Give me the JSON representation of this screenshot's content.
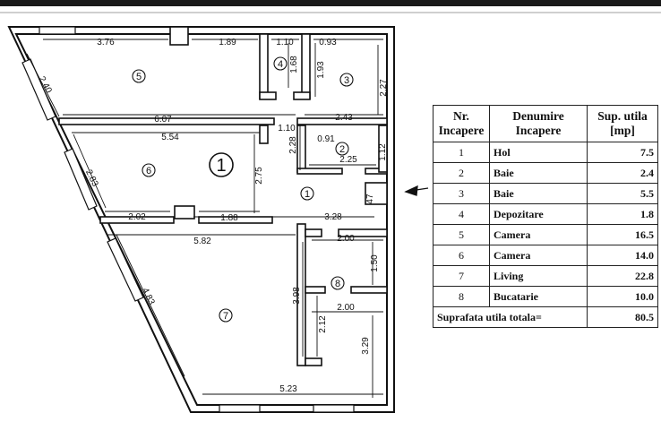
{
  "plan": {
    "marker": "1",
    "room_labels": [
      "1",
      "2",
      "3",
      "4",
      "5",
      "6",
      "7",
      "8"
    ],
    "dimensions": [
      "3.76",
      "1.89",
      "1.10",
      "0.93",
      "1.68",
      "1.93",
      "2.27",
      "2.40",
      "6.07",
      "1.10",
      "2.43",
      "5.54",
      "0.91",
      "2.28",
      "2.75",
      "2.25",
      "1.12",
      "2.83",
      "2.02",
      "1.88",
      "3.28",
      "47",
      "5.82",
      "2.00",
      "1.50",
      "3.98",
      "4.83",
      "2.00",
      "2.12",
      "3.29",
      "5.23"
    ]
  },
  "legend": {
    "headers": {
      "nr": "Nr. Incapere",
      "name": "Denumire Incapere",
      "area": "Sup. utila [mp]"
    },
    "rows": [
      {
        "nr": "1",
        "name": "Hol",
        "area": "7.5"
      },
      {
        "nr": "2",
        "name": "Baie",
        "area": "2.4"
      },
      {
        "nr": "3",
        "name": "Baie",
        "area": "5.5"
      },
      {
        "nr": "4",
        "name": "Depozitare",
        "area": "1.8"
      },
      {
        "nr": "5",
        "name": "Camera",
        "area": "16.5"
      },
      {
        "nr": "6",
        "name": "Camera",
        "area": "14.0"
      },
      {
        "nr": "7",
        "name": "Living",
        "area": "22.8"
      },
      {
        "nr": "8",
        "name": "Bucatarie",
        "area": "10.0"
      }
    ],
    "total_label": "Suprafata utila totala=",
    "total_value": "80.5"
  }
}
